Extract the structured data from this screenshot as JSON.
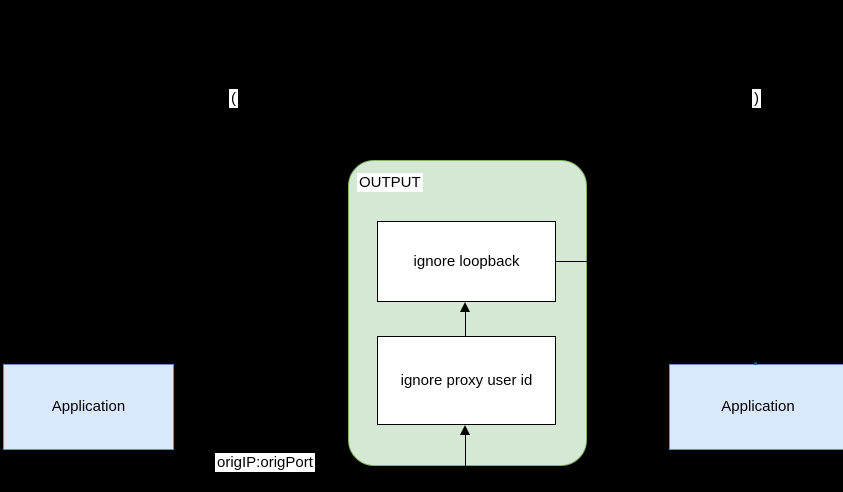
{
  "diagram": {
    "background_color": "#000000",
    "title": "",
    "groups": [
      {
        "id": "output-group",
        "label": "OUTPUT",
        "fill_color": "#d5e8d4",
        "stroke_color": "#82b366"
      }
    ],
    "nodes": [
      {
        "id": "app-left",
        "label": "Application",
        "fill_color": "#dae8fc",
        "stroke_color": "#6c8ebf"
      },
      {
        "id": "app-right",
        "label": "Application",
        "fill_color": "#dae8fc",
        "stroke_color": "#6c8ebf"
      },
      {
        "id": "ignore-loopback",
        "label": "ignore loopback",
        "fill_color": "#ffffff",
        "stroke_color": "#000000"
      },
      {
        "id": "ignore-proxy-user-id",
        "label": "ignore proxy user id",
        "fill_color": "#ffffff",
        "stroke_color": "#000000"
      }
    ],
    "edge_labels": [
      {
        "id": "label-open-paren",
        "text": "("
      },
      {
        "id": "label-close-paren",
        "text": ")"
      },
      {
        "id": "label-orig-endpoint",
        "text": "origIP:origPort"
      }
    ]
  }
}
